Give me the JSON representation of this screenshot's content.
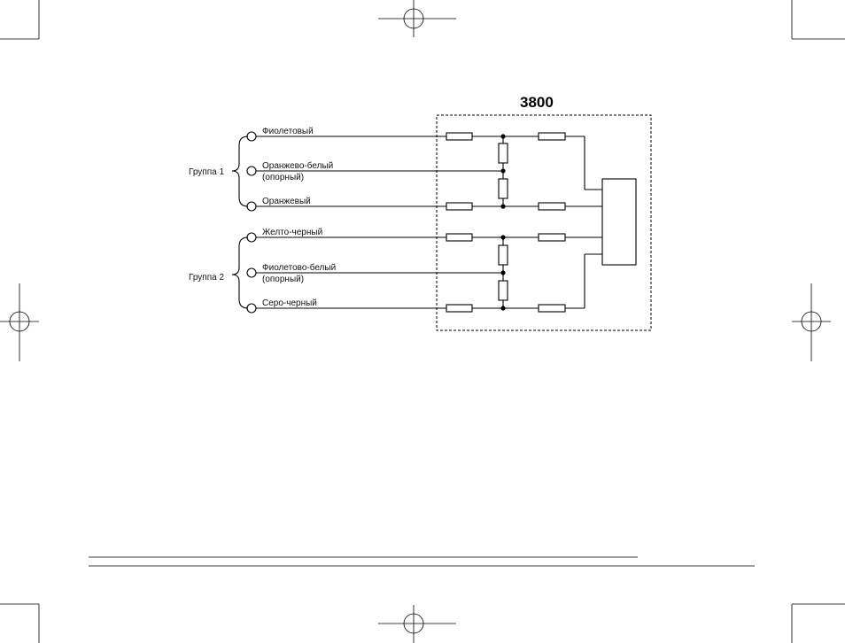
{
  "module": {
    "title": "3800"
  },
  "groups": [
    {
      "label": "Группа 1",
      "wires": [
        {
          "label": "Фиолетовый",
          "sublabel": ""
        },
        {
          "label": "Оранжево-белый",
          "sublabel": "(опорный)"
        },
        {
          "label": "Оранжевый",
          "sublabel": ""
        }
      ]
    },
    {
      "label": "Группа 2",
      "wires": [
        {
          "label": "Желто-черный",
          "sublabel": ""
        },
        {
          "label": "Фиолетово-белый",
          "sublabel": "(опорный)"
        },
        {
          "label": "Серо-черный",
          "sublabel": ""
        }
      ]
    }
  ],
  "colors": {
    "line": "#000000",
    "background": "#ffffff"
  }
}
